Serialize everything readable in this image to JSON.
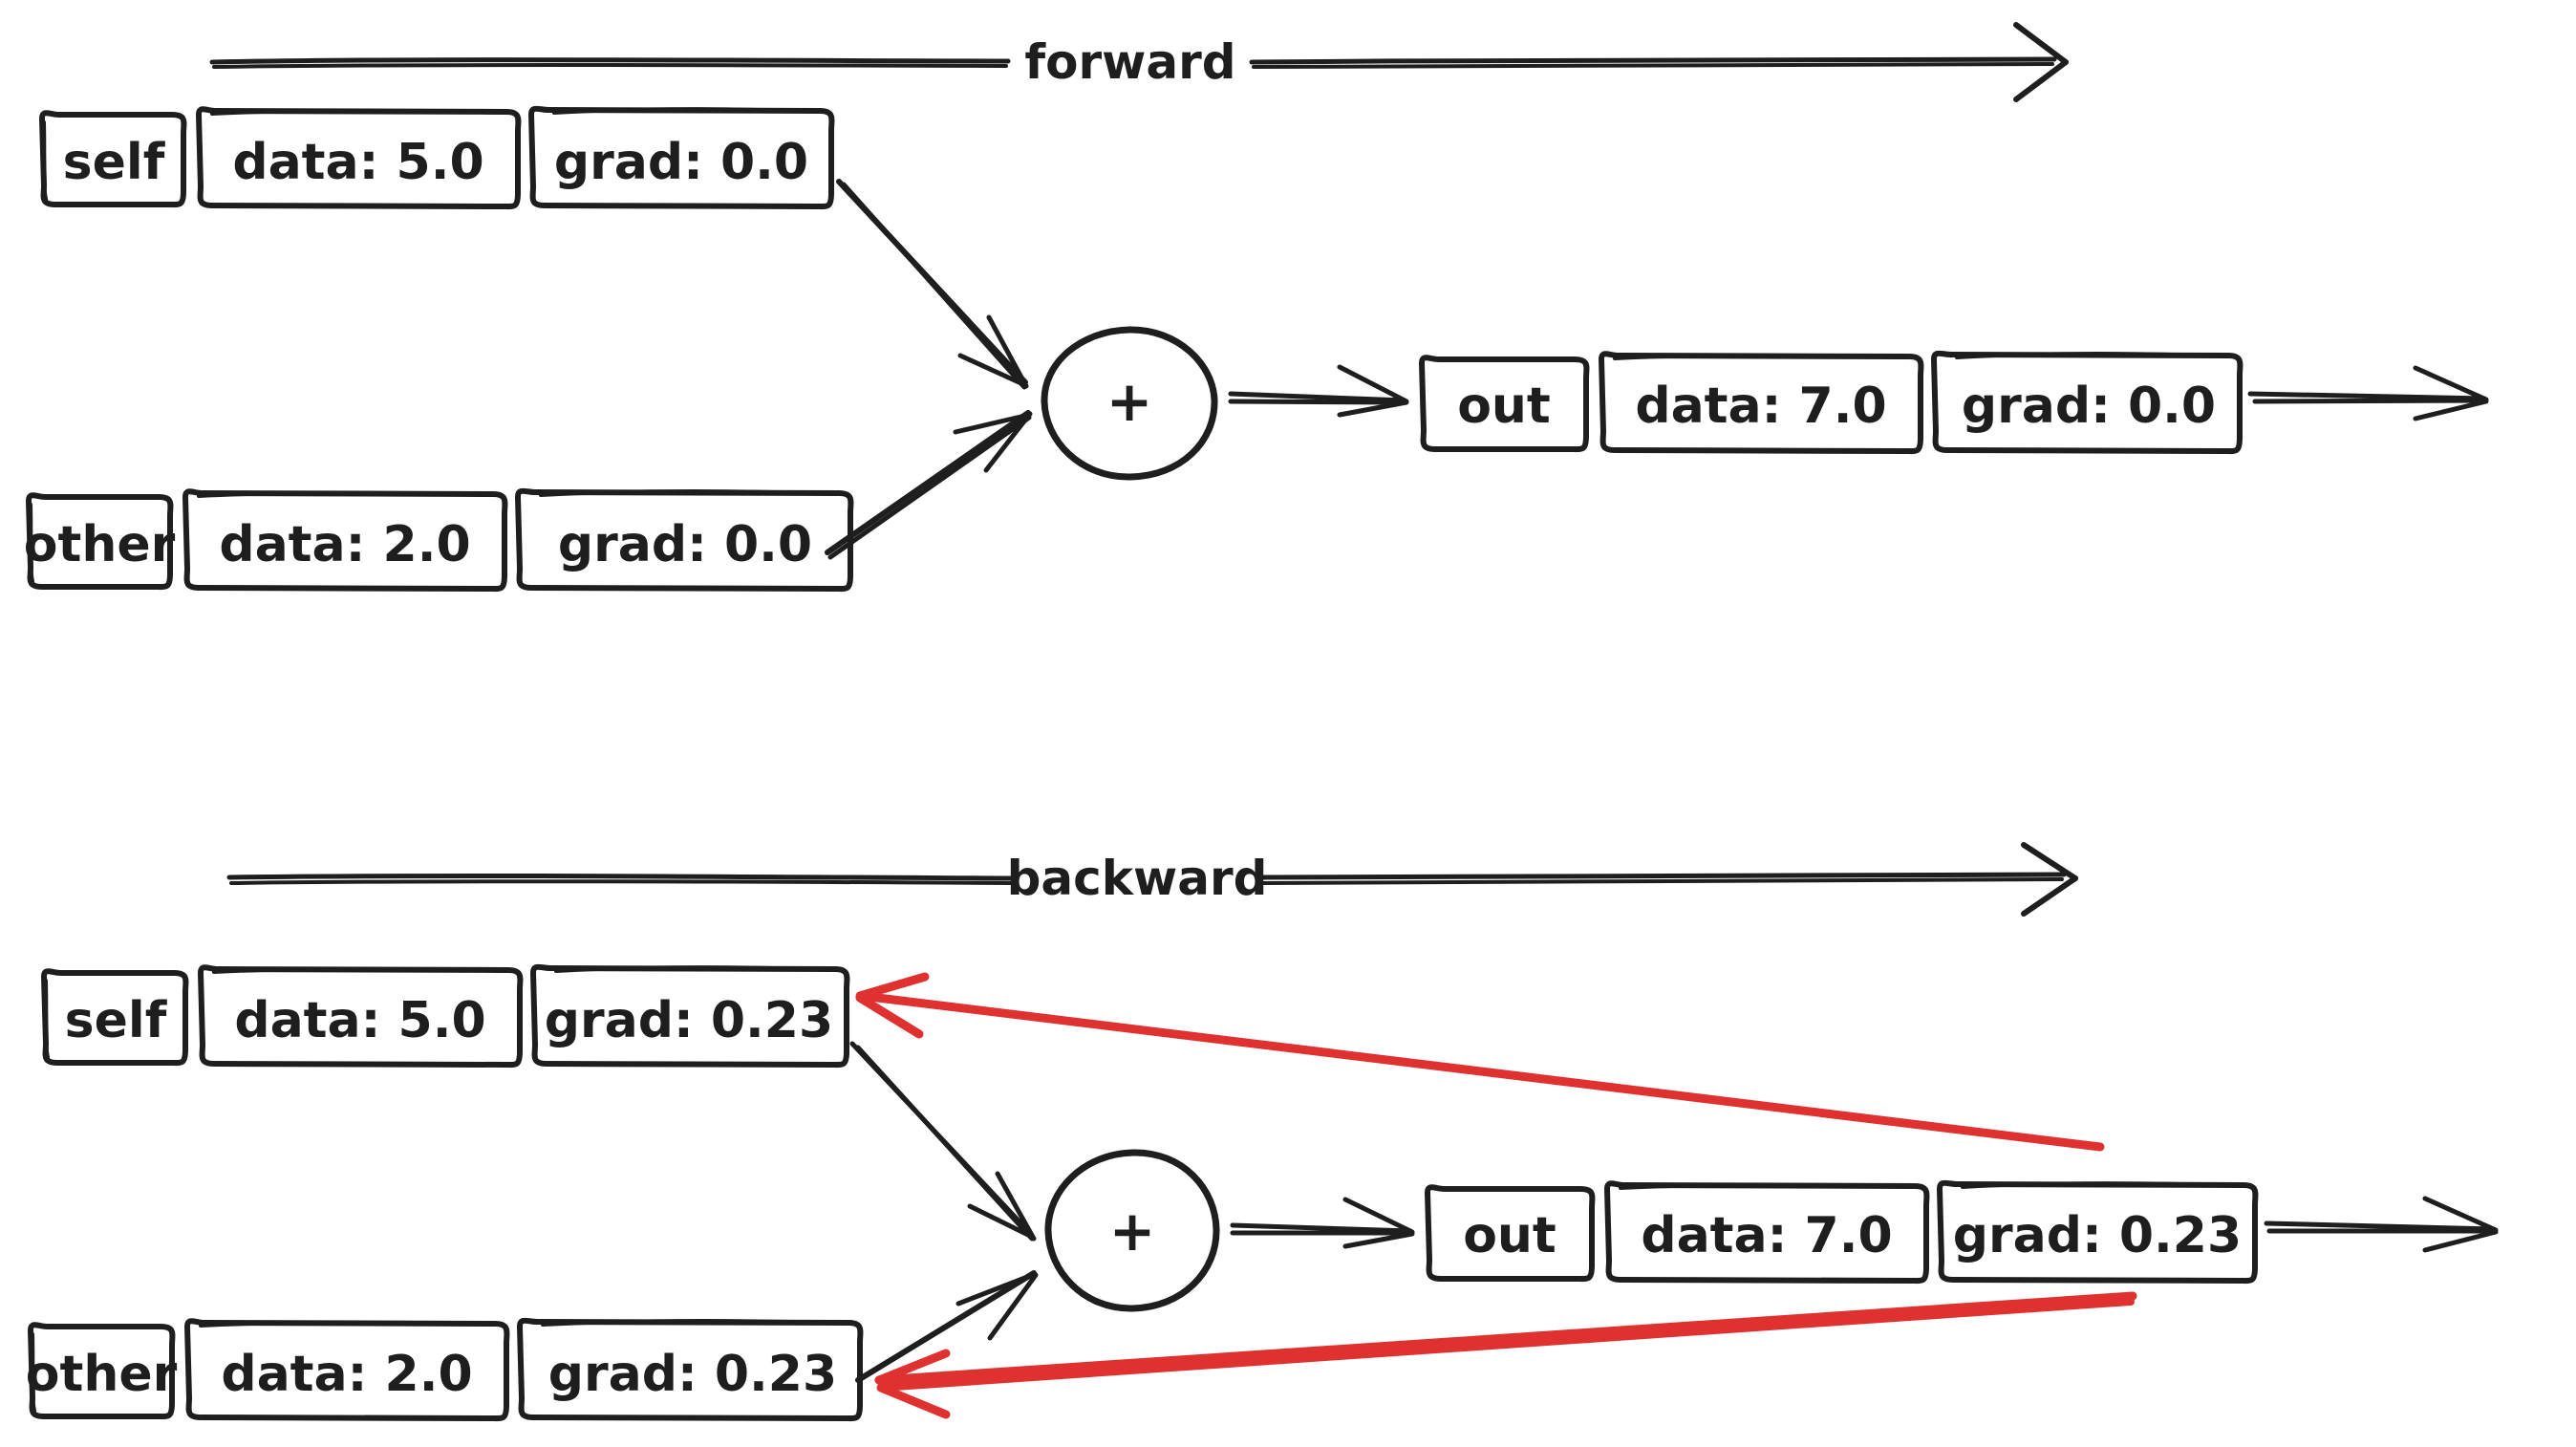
{
  "page": {
    "title": "Forward and backward pass of an addition node",
    "background_color": "#ffffff",
    "ink_color": "#1e1e1e",
    "gradient_arrow_color": "#e03131"
  },
  "sections": [
    {
      "id": "forward",
      "flow_label": "forward",
      "operator": "+",
      "nodes": {
        "self": {
          "name": "self",
          "data": "data: 5.0",
          "grad": "grad: 0.0"
        },
        "other": {
          "name": "other",
          "data": "data: 2.0",
          "grad": "grad: 0.0"
        },
        "out": {
          "name": "out",
          "data": "data: 7.0",
          "grad": "grad: 0.0"
        }
      }
    },
    {
      "id": "backward",
      "flow_label": "backward",
      "operator": "+",
      "nodes": {
        "self": {
          "name": "self",
          "data": "data: 5.0",
          "grad": "grad: 0.23"
        },
        "other": {
          "name": "other",
          "data": "data: 2.0",
          "grad": "grad: 0.23"
        },
        "out": {
          "name": "out",
          "data": "data: 7.0",
          "grad": "grad: 0.23"
        }
      }
    }
  ]
}
